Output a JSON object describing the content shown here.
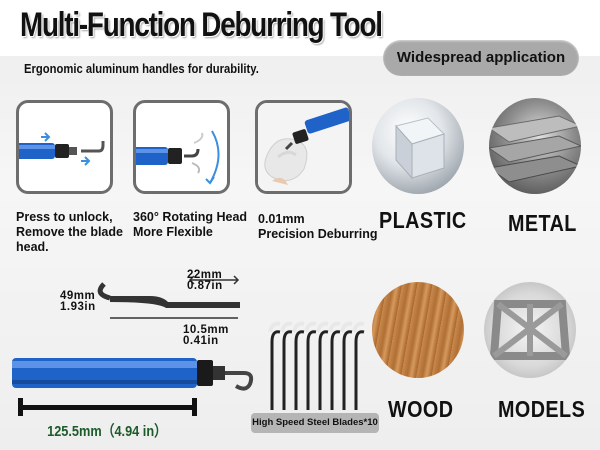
{
  "header": {
    "title": "Multi-Function Deburring Tool",
    "subtitle": "Ergonomic aluminum handles for durability.",
    "badge": "Widespread application"
  },
  "features": [
    {
      "line1": "Press to unlock,",
      "line2": "Remove the blade",
      "line3": "head."
    },
    {
      "line1": "360° Rotating Head",
      "line2": "More Flexible"
    },
    {
      "line1": "0.01mm",
      "line2": "Precision Deburring"
    }
  ],
  "materials": [
    "PLASTIC",
    "METAL",
    "WOOD",
    "MODELS"
  ],
  "dimensions": {
    "blade_length_mm": "49mm",
    "blade_length_in": "1.93in",
    "tip_mm": "22mm",
    "tip_in": "0.87in",
    "shank_mm": "10.5mm",
    "shank_in": "0.41in",
    "overall": "125.5mm（4.94 in）"
  },
  "blades_caption": "High Speed Steel Blades*10",
  "colors": {
    "handle_blue": "#1f63c9",
    "badge_gray": "#a9a9a9",
    "overall_text": "#1d5a2a"
  }
}
